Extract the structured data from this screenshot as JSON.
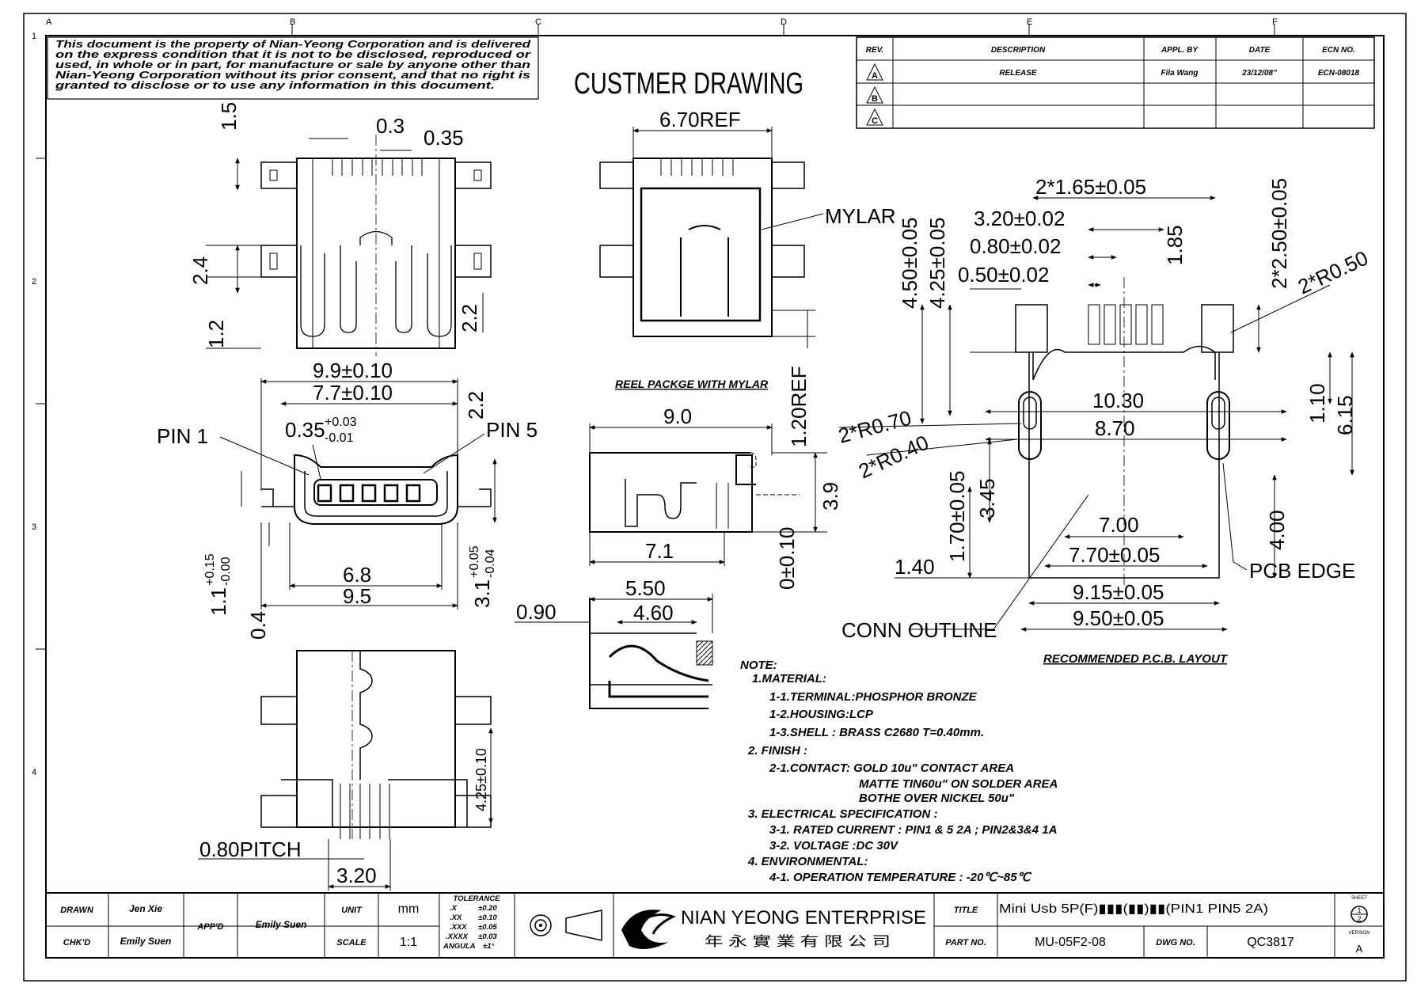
{
  "zones": {
    "cols": [
      "A",
      "B",
      "C",
      "D",
      "E",
      "F"
    ],
    "rows": [
      "1",
      "2",
      "3",
      "4"
    ]
  },
  "notice": {
    "lines": [
      "This document is the property of Nian-Yeong Corporation and is delivered",
      "on the express condition that it is not to be disclosed, reproduced or",
      "used, in whole or in part, for manufacture or sale by anyone other than",
      "Nian-Yeong Corporation without its prior consent, and that no right is",
      "granted to disclose or to use any information in this document."
    ]
  },
  "drawing_title": "CUSTMER DRAWING",
  "revision_table": {
    "headers": [
      "REV.",
      "DESCRIPTION",
      "APPL. BY",
      "DATE",
      "ECN NO."
    ],
    "rows": [
      {
        "rev": "A",
        "description": "RELEASE",
        "appl_by": "Fila Wang",
        "date": "23/12/08\"",
        "ecn": "ECN-08018"
      },
      {
        "rev": "B",
        "description": "",
        "appl_by": "",
        "date": "",
        "ecn": ""
      },
      {
        "rev": "C",
        "description": "",
        "appl_by": "",
        "date": "",
        "ecn": ""
      }
    ]
  },
  "top_view": {
    "dim_1_5": "1.5",
    "dim_0_3": "0.3",
    "dim_0_35": "0.35",
    "dim_2_4": "2.4",
    "dim_1_2": "1.2",
    "dim_2_2": "2.2"
  },
  "reel_view": {
    "dim_6_70ref": "6.70REF",
    "mylar": "MYLAR",
    "dim_1_20ref": "1.20REF",
    "caption": "REEL PACKGE WITH MYLAR"
  },
  "front_view": {
    "dim_9_9": "9.9±0.10",
    "dim_7_7": "7.7±0.10",
    "dim_0_35": "0.35",
    "tol_plus": "+0.03",
    "tol_minus": "-0.01",
    "pin1": "PIN 1",
    "pin5": "PIN 5",
    "dim_2_2": "2.2",
    "dim_6_8": "6.8",
    "dim_9_5": "9.5",
    "dim_1_1": "1.1",
    "dim_1_1_tol_plus": "+0.15",
    "dim_1_1_tol_minus": "-0.00",
    "dim_0_4": "0.4",
    "dim_3_1": "3.1",
    "dim_3_1_tol_plus": "+0.05",
    "dim_3_1_tol_minus": "-0.04"
  },
  "side_view": {
    "dim_9_0": "9.0",
    "dim_3_9": "3.9",
    "dim_7_1": "7.1",
    "dim_0_0_10": "0±0.10"
  },
  "profile_view": {
    "dim_5_50": "5.50",
    "dim_4_60": "4.60",
    "dim_0_90": "0.90"
  },
  "bottom_view": {
    "dim_0_80pitch": "0.80PITCH",
    "dim_3_20": "3.20",
    "dim_4_25": "4.25±0.10"
  },
  "pcb_layout": {
    "dim_2x1_65": "2*1.65±0.05",
    "dim_3_20": "3.20±0.02",
    "dim_0_80": "0.80±0.02",
    "dim_0_50": "0.50±0.02",
    "dim_1_85": "1.85",
    "dim_2x2_50": "2*2.50±0.05",
    "dim_2xR0_50": "2*R0.50",
    "dim_4_50": "4.50±0.05",
    "dim_4_25": "4.25±0.05",
    "dim_10_30": "10.30",
    "dim_8_70": "8.70",
    "dim_2xR0_70": "2*R0.70",
    "dim_2xR0_40": "2*R0.40",
    "dim_1_10": "1.10",
    "dim_6_15": "6.15",
    "dim_1_70": "1.70±0.05",
    "dim_3_45": "3.45",
    "dim_7_00": "7.00",
    "dim_7_70": "7.70±0.05",
    "dim_4_00": "4.00",
    "dim_1_40": "1.40",
    "dim_9_15": "9.15±0.05",
    "dim_9_50": "9.50±0.05",
    "pcb_edge": "PCB EDGE",
    "conn_outline": "CONN OUTLINE",
    "caption": "RECOMMENDED P.C.B. LAYOUT"
  },
  "notes": {
    "lines": [
      "NOTE:",
      "1.MATERIAL:",
      "1-1.TERMINAL:PHOSPHOR BRONZE",
      "1-2.HOUSING:LCP",
      "1-3.SHELL : BRASS C2680 T=0.40mm.",
      "2. FINISH :",
      "2-1.CONTACT: GOLD 10u\" CONTACT AREA",
      "MATTE TIN60u\" ON SOLDER AREA",
      "BOTHE OVER NICKEL 50u\"",
      "3. ELECTRICAL SPECIFICATION :",
      "3-1. RATED CURRENT : PIN1 & 5 2A ; PIN2&3&4 1A",
      "3-2. VOLTAGE :DC 30V",
      "4. ENVIRONMENTAL:",
      "4-1. OPERATION TEMPERATURE : -20℃~85℃"
    ]
  },
  "title_block": {
    "drawn_label": "DRAWN",
    "drawn_value": "Jen Xie",
    "chkd_label": "CHK'D",
    "chkd_value": "Emily Suen",
    "appd_label": "APP'D",
    "appd_value": "Emily Suen",
    "unit_label": "UNIT",
    "unit_value": "mm",
    "scale_label": "SCALE",
    "scale_value": "1:1",
    "tolerance_title": "TOLERANCE",
    "tolerance_rows": [
      {
        "k": ".X",
        "v": "±0.20"
      },
      {
        "k": ".XX",
        "v": "±0.10"
      },
      {
        "k": ".XXX",
        "v": "±0.05"
      },
      {
        "k": ".XXXX",
        "v": "±0.03"
      },
      {
        "k": "ANGULA",
        "v": "±1°"
      }
    ],
    "company_en": "NIAN YEONG ENTERPRISE",
    "company_cn": "年 永 實 業 有 限 公 司",
    "title_label": "TITLE",
    "title_value": "Mini Usb 5P(F)▮▮▮(▮▮)▮▮(PIN1 PIN5 2A)",
    "part_label": "PART NO.",
    "part_value": "MU-05F2-08",
    "dwg_label": "DWG NO.",
    "dwg_value": "QC3817",
    "sheet_label": "SHEET",
    "sheet_num": "1",
    "sheet_total": "2",
    "version_label": "VERSION",
    "version_value": "A"
  }
}
